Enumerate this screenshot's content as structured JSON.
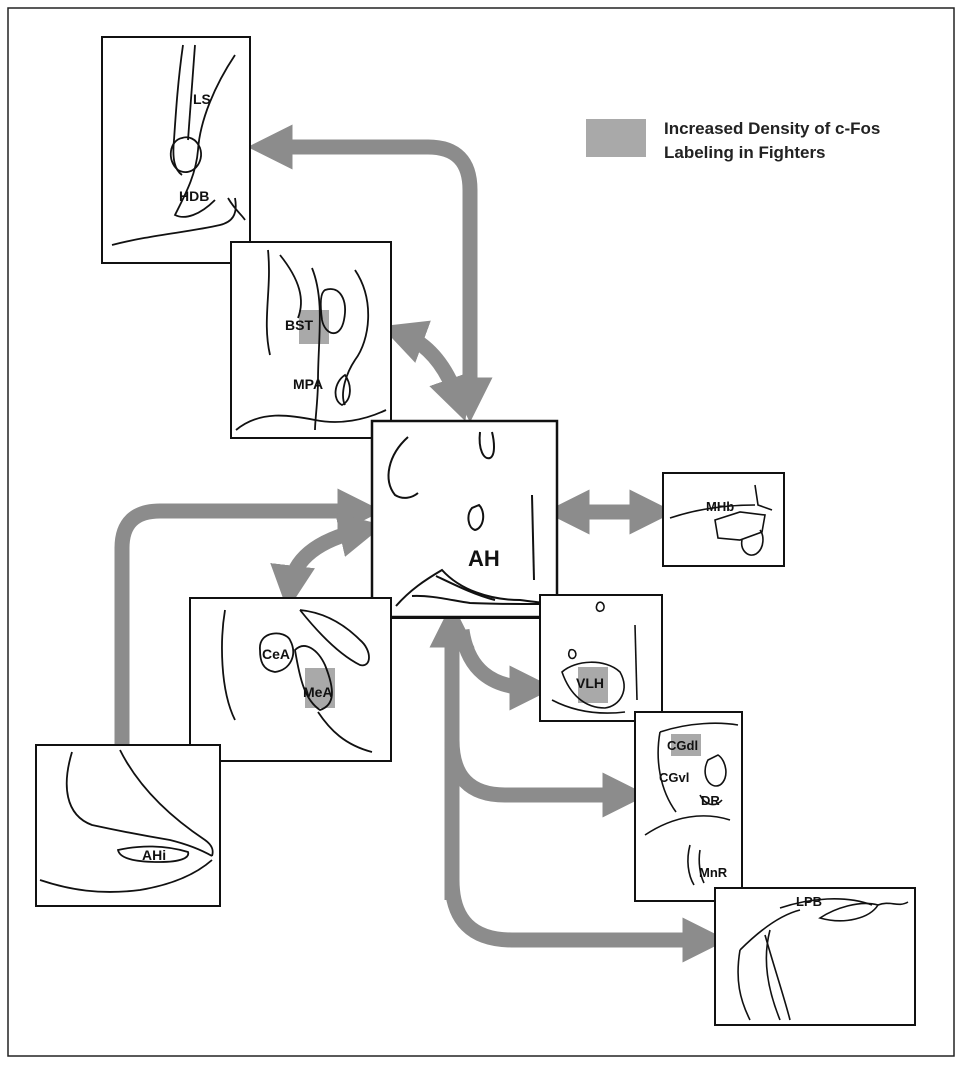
{
  "legend": {
    "line1": "Increased Density of c-Fos",
    "line2": "Labeling in Fighters",
    "swatch_color": "#a9a9a9"
  },
  "center": {
    "label": "AH"
  },
  "regions": {
    "ls": "LS",
    "hdb": "HDB",
    "bst": "BST",
    "mpa": "MPA",
    "mhb": "MHb",
    "cea": "CeA",
    "mea": "MeA",
    "vlh": "VLH",
    "ahi": "AHi",
    "cgdl": "CGdl",
    "cgvl": "CGvl",
    "dr": "DR",
    "mnr": "MnR",
    "lpb": "LPB"
  },
  "colors": {
    "arrow": "#8c8c8c",
    "highlight": "#a9a9a9",
    "line": "#111111"
  }
}
